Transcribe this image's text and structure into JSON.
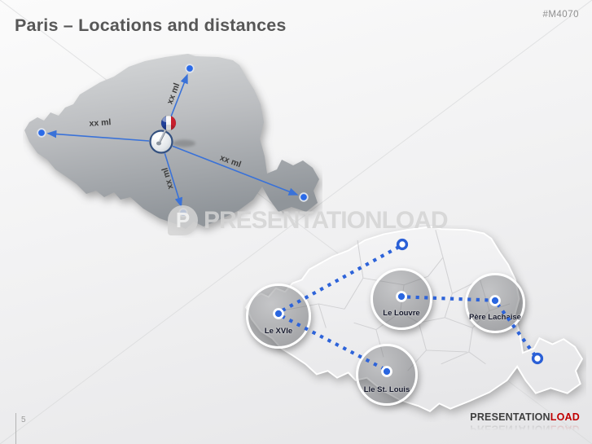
{
  "slide": {
    "title": "Paris – Locations and distances",
    "product_code": "#M4070",
    "page_number": "5",
    "watermark": {
      "glyph": "P",
      "text": "PRESENTATIONLOAD"
    },
    "logo": {
      "text_primary": "PRESENTATION",
      "text_accent": "LOAD"
    }
  },
  "upper_map": {
    "description": "Paris silhouette with french-flag-pin at center and four distance arrows",
    "distance_labels": [
      "xx ml",
      "xx ml",
      "xx ml",
      "xx ml"
    ]
  },
  "lower_map": {
    "description": "Paris district map with four highlighted locations and dotted routes",
    "locations": [
      "Le XVIe",
      "Le Louvre",
      "Père Lachaise",
      "Lle St. Louis"
    ]
  },
  "colors": {
    "accent_blue": "#2a66e0",
    "dash_blue": "#2d63d9",
    "logo_red": "#c00000",
    "title_gray": "#575757",
    "upper_map_gray": "#9aa0a5",
    "lower_map_gray": "#efeff0",
    "flag_blue": "#21409a",
    "flag_red": "#c8202e"
  }
}
